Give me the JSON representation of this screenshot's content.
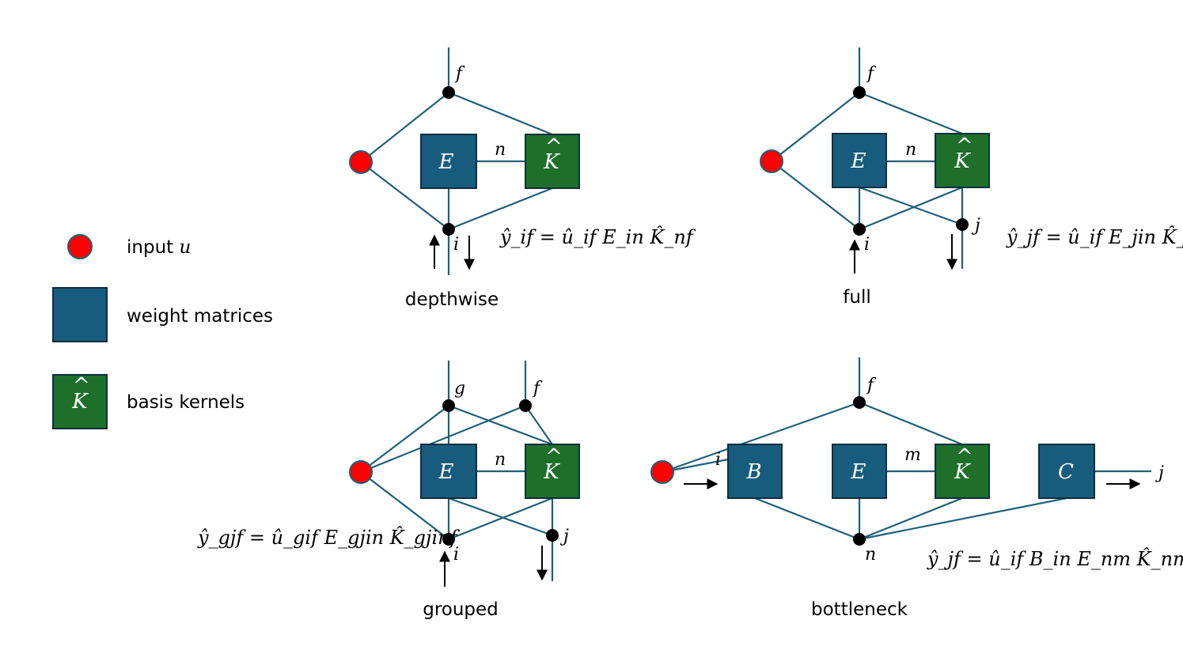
{
  "legend": {
    "input_label": "input",
    "input_var": "u",
    "weights_label": "weight matrices",
    "kernel_label": "basis kernels"
  },
  "colors": {
    "input": "#FF0000",
    "weights": "#175C7D",
    "kernels": "#1E6F2A",
    "edges": "#1F5F7A"
  },
  "box_labels": {
    "E": "E",
    "K": "K",
    "B": "B",
    "C": "C"
  },
  "depthwise": {
    "caption": "depthwise",
    "idx_f": "f",
    "idx_n": "n",
    "idx_i": "i",
    "equation": "ŷ_if = û_if E_in K̂_nf"
  },
  "full": {
    "caption": "full",
    "idx_f": "f",
    "idx_n": "n",
    "idx_i": "i",
    "idx_j": "j",
    "equation": "ŷ_jf = û_if E_jin K̂_jinf"
  },
  "grouped": {
    "caption": "grouped",
    "idx_g": "g",
    "idx_f": "f",
    "idx_n": "n",
    "idx_i": "i",
    "idx_j": "j",
    "equation": "ŷ_gjf = û_gif E_gjin K̂_gjinf"
  },
  "bottleneck": {
    "caption": "bottleneck",
    "idx_f": "f",
    "idx_i": "i",
    "idx_m": "m",
    "idx_n": "n",
    "idx_j": "j",
    "equation": "ŷ_jf = û_if B_in E_nm K̂_nmf C_jn"
  }
}
